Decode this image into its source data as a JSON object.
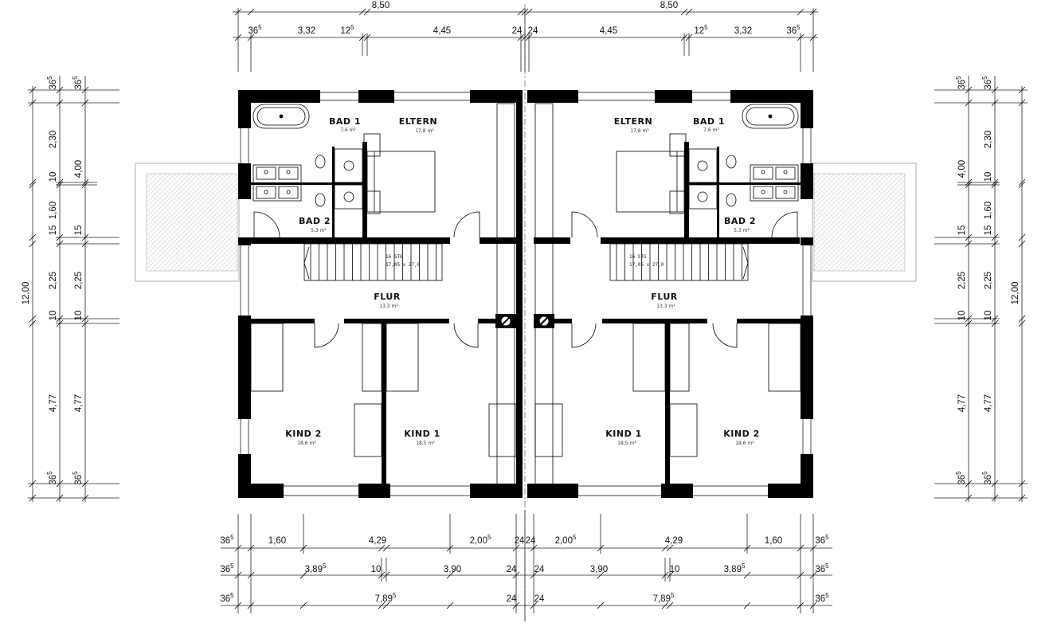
{
  "floorplan": {
    "top": {
      "totals": [
        "8,50",
        "8,50"
      ],
      "left": [
        "36",
        "3,32",
        "12",
        "4,45",
        "24"
      ],
      "right": [
        "24",
        "4,45",
        "12",
        "3,32",
        "36"
      ],
      "sup5": "5"
    },
    "bottom": {
      "row1_left": [
        "36",
        "1,60",
        "4,29",
        "2,00",
        "24"
      ],
      "row1_right": [
        "24",
        "2,00",
        "4,29",
        "1,60",
        "36"
      ],
      "row2_left": [
        "36",
        "3,89",
        "10",
        "3,90",
        "24"
      ],
      "row2_right": [
        "24",
        "3,90",
        "10",
        "3,89",
        "36"
      ],
      "row3_left": [
        "36",
        "7,89",
        "24"
      ],
      "row3_right": [
        "24",
        "7,89",
        "36"
      ]
    },
    "sides": {
      "outer_left": [
        "36",
        "2,30",
        "10",
        "1,60",
        "15",
        "2,25",
        "10",
        "4,77",
        "36"
      ],
      "inner_left": [
        "36",
        "4,00",
        "15",
        "2,25",
        "10",
        "4,77",
        "36"
      ],
      "total": "12,00"
    },
    "rooms": {
      "bad1": {
        "name": "BAD 1",
        "area": "7,6  m²"
      },
      "eltern": {
        "name": "ELTERN",
        "area": "17,8  m²"
      },
      "bad2": {
        "name": "BAD 2",
        "area": "5,3  m²"
      },
      "flur": {
        "name": "FLUR",
        "area": "13,3  m²"
      },
      "kind2": {
        "name": "KIND 2",
        "area": "18,6  m²"
      },
      "kind1": {
        "name": "KIND 1",
        "area": "18,5  m²"
      }
    },
    "stairs": {
      "line1": "16 STG",
      "line2": "17,05 x 27,0"
    }
  }
}
